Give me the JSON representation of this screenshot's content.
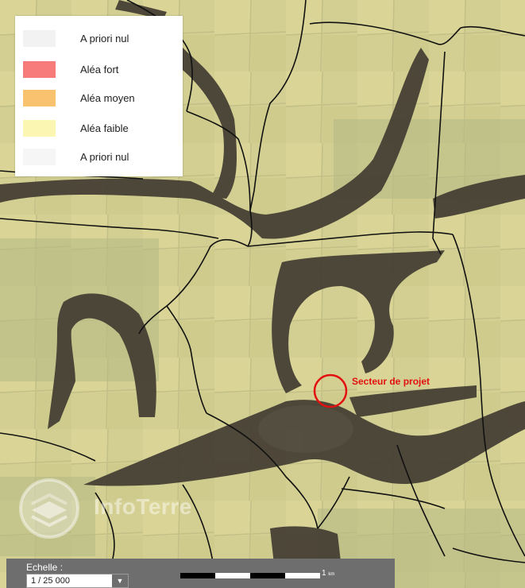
{
  "legend": {
    "items": [
      {
        "label": "A priori nul",
        "color": "#f2f2f2"
      },
      {
        "label": "Aléa fort",
        "color": "#f77b7b"
      },
      {
        "label": "Aléa moyen",
        "color": "#f9c26e"
      },
      {
        "label": "Aléa faible",
        "color": "#fbf6b2"
      },
      {
        "label": "A priori nul",
        "color": "#f6f6f6"
      }
    ]
  },
  "annotation": {
    "label": "Secteur de projet",
    "color": "#e31010"
  },
  "watermark": {
    "text": "InfoTerre"
  },
  "scale": {
    "title": "Echelle :",
    "selected": "1 / 25 000",
    "distance": "1",
    "unit": "km"
  },
  "colors": {
    "faible_overlay": "#e7dd8f",
    "nul_zone": "#3f3a31",
    "communal_boundary": "#111111",
    "scale_panel": "#6e6e6e"
  }
}
